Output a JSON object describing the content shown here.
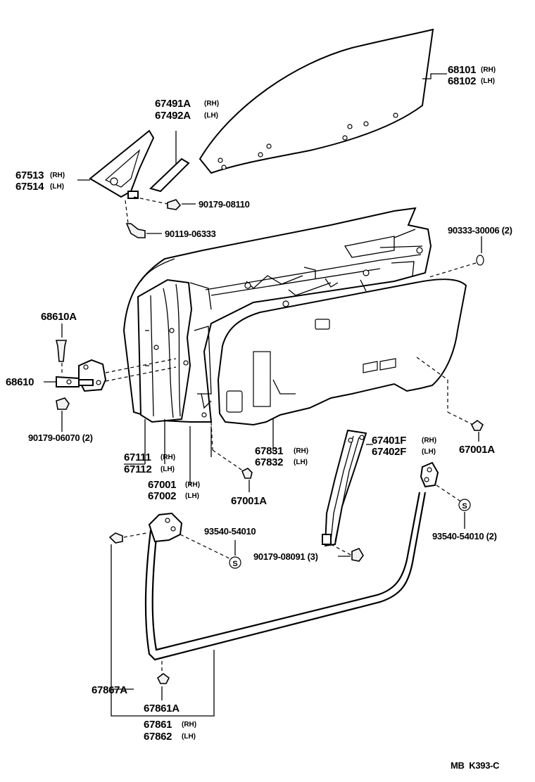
{
  "diagram": {
    "code": "MB  K393-C",
    "labels": [
      {
        "id": "glass",
        "part": "68101",
        "suffix": "(RH)",
        "part2": "68102",
        "suffix2": "(LH)"
      },
      {
        "id": "quarter-glass",
        "part": "67491A",
        "suffix": "(RH)",
        "part2": "67492A",
        "suffix2": "(LH)"
      },
      {
        "id": "mirror-base",
        "part": "67513",
        "suffix": "(RH)",
        "part2": "67514",
        "suffix2": "(LH)"
      },
      {
        "id": "nut-upper",
        "part": "90179-08110"
      },
      {
        "id": "bolt",
        "part": "90119-06333"
      },
      {
        "id": "hole-plug",
        "part": "90333-30006 (2)"
      },
      {
        "id": "hinge-pin",
        "part": "68610A"
      },
      {
        "id": "hinge",
        "part": "68610"
      },
      {
        "id": "hinge-nut",
        "part": "90179-06070 (2)"
      },
      {
        "id": "door-panel",
        "part": "67111",
        "suffix": "(RH)",
        "part2": "67112",
        "suffix2": "(LH)"
      },
      {
        "id": "door-assy",
        "part": "67001",
        "suffix": "(RH)",
        "part2": "67002",
        "suffix2": "(LH)"
      },
      {
        "id": "trim-board",
        "part": "67831",
        "suffix": "(RH)",
        "part2": "67832",
        "suffix2": "(LH)"
      },
      {
        "id": "clip-center",
        "part": "67001A"
      },
      {
        "id": "clip-right",
        "part": "67001A"
      },
      {
        "id": "run-channel",
        "part": "67401F",
        "suffix": "(RH)",
        "part2": "67402F",
        "suffix2": "(LH)"
      },
      {
        "id": "channel-nut",
        "part": "90179-08091 (3)"
      },
      {
        "id": "screw-right",
        "part": "93540-54010 (2)"
      },
      {
        "id": "screw-left",
        "part": "93540-54010"
      },
      {
        "id": "weatherstrip-clip",
        "part": "67867A"
      },
      {
        "id": "weatherstrip-clip2",
        "part": "67861A"
      },
      {
        "id": "weatherstrip",
        "part": "67861",
        "suffix": "(RH)",
        "part2": "67862",
        "suffix2": "(LH)"
      }
    ]
  }
}
